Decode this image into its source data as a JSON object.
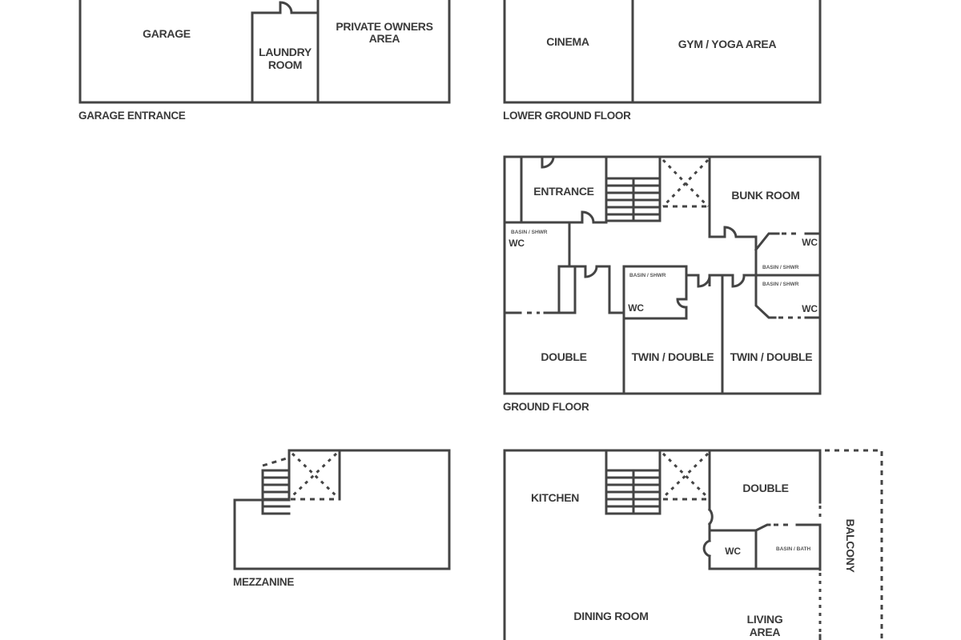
{
  "plans": {
    "garage_entrance": {
      "title": "GARAGE ENTRANCE",
      "rooms": {
        "garage": "GARAGE",
        "laundry_1": "LAUNDRY",
        "laundry_2": "ROOM",
        "owners_1": "PRIVATE OWNERS",
        "owners_2": "AREA"
      }
    },
    "lower_ground": {
      "title": "LOWER GROUND FLOOR",
      "rooms": {
        "cinema": "CINEMA",
        "gym": "GYM / YOGA AREA"
      }
    },
    "ground": {
      "title": "GROUND FLOOR",
      "rooms": {
        "entrance": "ENTRANCE",
        "bunk": "BUNK ROOM",
        "wc_left": "WC",
        "basin_left": "BASIN / SHWR",
        "wc_mid": "WC",
        "basin_mid": "BASIN / SHWR",
        "wc_right_top": "WC",
        "basin_right_top": "BASIN / SHWR",
        "wc_right_bottom": "WC",
        "basin_right_bottom": "BASIN / SHWR",
        "double": "DOUBLE",
        "twin_1": "TWIN / DOUBLE",
        "twin_2": "TWIN / DOUBLE"
      }
    },
    "mezzanine": {
      "title": "MEZZANINE"
    },
    "first": {
      "rooms": {
        "kitchen": "KITCHEN",
        "double": "DOUBLE",
        "wc": "WC",
        "basin": "BASIN / BATH",
        "balcony": "BALCONY",
        "dining": "DINING ROOM",
        "living_1": "LIVING",
        "living_2": "AREA"
      }
    }
  }
}
